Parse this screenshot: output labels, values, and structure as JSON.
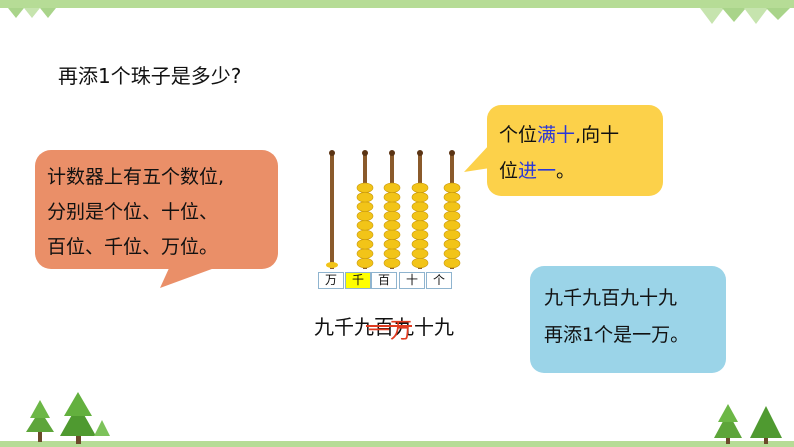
{
  "question": "再添1个珠子是多少?",
  "left_bubble": {
    "lines": [
      "计数器上有五个数位,",
      "分别是个位、十位、",
      "百位、千位、万位。"
    ]
  },
  "top_bubble": {
    "line1_a": "个位",
    "line1_b": "满十",
    "line1_c": ",向十",
    "line2_a": "位",
    "line2_b": "进一",
    "line2_c": "。"
  },
  "right_bubble": {
    "lines": [
      "九千九百九十九",
      "再添1个是一万。"
    ]
  },
  "abacus": {
    "place_labels": [
      "万",
      "千",
      "百",
      "十",
      "个"
    ],
    "beads_per_rod": [
      0,
      9,
      9,
      9,
      9
    ],
    "label_text": "九千九百九十九",
    "correction_text": "一万"
  },
  "colors": {
    "left_bubble": "#ea8f68",
    "top_bubble": "#fcd14a",
    "right_bubble": "#9bd4e8",
    "bead": "#f2c418",
    "rod": "#8a5a2b",
    "highlight_cell": "#ffff00",
    "emphasis_text": "#2a37d8",
    "correction": "#e03a1f",
    "band": "#b6dc96"
  },
  "icons": [
    "tree-icon",
    "leaf-decoration-icon"
  ]
}
